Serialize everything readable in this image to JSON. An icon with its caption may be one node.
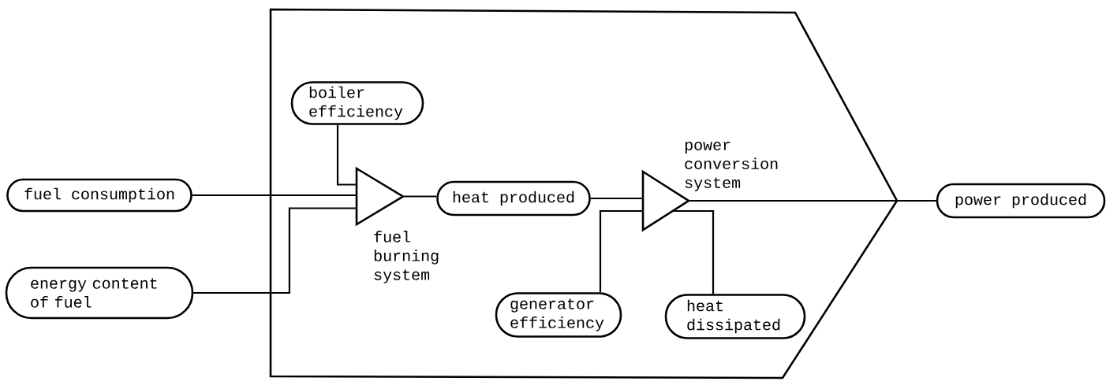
{
  "diagram": {
    "nodes": [
      {
        "text": [],
        "shape": "pentagon"
      },
      {
        "text": [
          "fuel consumption"
        ]
      },
      {
        "text": [
          "energy content of fuel"
        ]
      },
      {
        "text": [
          "boiler efficiency"
        ],
        "in": 0
      },
      {
        "text": [
          "fuel burning system"
        ],
        "in": 0
      },
      {
        "text": [
          "heat produced"
        ],
        "in": 0
      },
      {
        "text": [
          "power conversion system"
        ],
        "in": 0
      },
      {
        "text": [
          "generator efficiency"
        ],
        "in": 0
      },
      {
        "text": [
          "heat dissipated"
        ],
        "in": 0
      },
      {
        "text": [
          "power produced"
        ]
      }
    ],
    "edges": [
      {
        "from": 1,
        "to": 4,
        "arrow": "none"
      },
      {
        "from": 2,
        "to": 4,
        "arrow": "none"
      },
      {
        "from": 3,
        "to": 4,
        "arrow": "none"
      },
      {
        "from": 4,
        "to": 5,
        "arrow": "none"
      },
      {
        "from": 5,
        "to": 6,
        "arrow": "none"
      },
      {
        "from": 7,
        "to": 6,
        "arrow": "none"
      },
      {
        "from": 6,
        "to": 8,
        "arrow": "none"
      },
      {
        "from": 6,
        "to": 9,
        "arrow": "none"
      }
    ]
  }
}
